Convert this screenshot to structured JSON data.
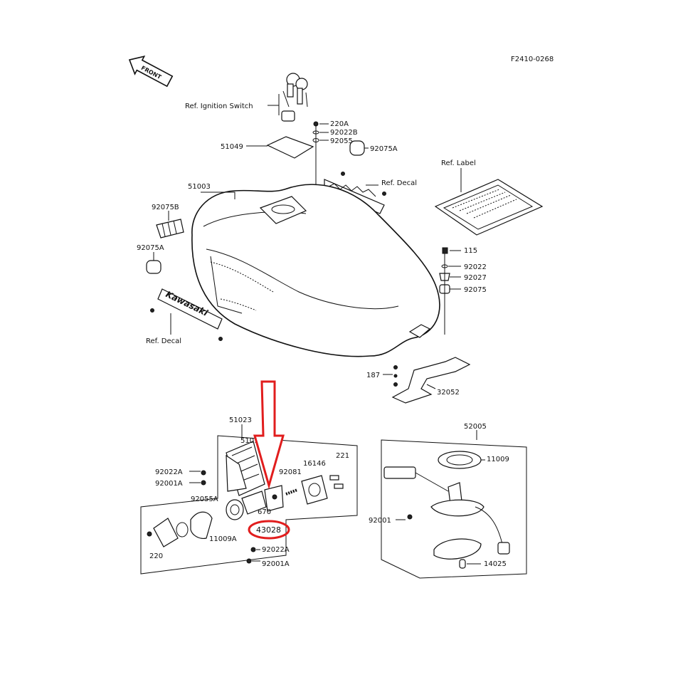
{
  "diagram": {
    "code": "F2410-0268",
    "front_label": "FRONT",
    "tank_brand": "Kawasaki",
    "highlight_color": "#e11d1d"
  },
  "labels": {
    "ref_ignition_switch": "Ref. Ignition Switch",
    "l_220A": "220A",
    "l_92022B": "92022B",
    "l_92055": "92055",
    "l_51049": "51049",
    "l_92075A_top": "92075A",
    "ref_decal_top": "Ref. Decal",
    "ref_label": "Ref. Label",
    "l_51003": "51003",
    "l_92075B": "92075B",
    "l_92075A_left": "92075A",
    "ref_decal_left": "Ref. Decal",
    "l_115": "115",
    "l_92022_right": "92022",
    "l_92027": "92027",
    "l_92075": "92075",
    "l_187": "187",
    "l_32052": "32052",
    "l_51023": "51023",
    "l_51019": "51019",
    "l_221": "221",
    "l_16146": "16146",
    "l_92081": "92081",
    "l_92022A_left": "92022A",
    "l_92001A_left": "92001A",
    "l_92055A": "92055A",
    "l_670": "670",
    "l_43028": "43028",
    "l_11009A": "11009A",
    "l_220_bottom": "220",
    "l_92022A_bottom": "92022A",
    "l_92001A_bottom": "92001A",
    "l_52005": "52005",
    "l_11009": "11009",
    "l_92001": "92001",
    "l_14025": "14025"
  }
}
